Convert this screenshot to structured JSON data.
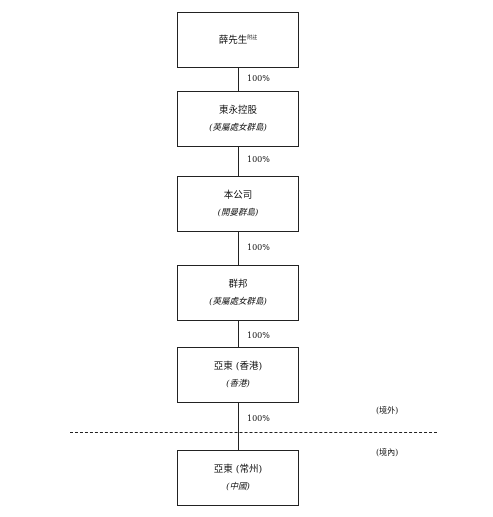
{
  "entities": [
    {
      "name": "薛先生",
      "note": "附註",
      "jurisdiction": ""
    },
    {
      "name": "東永控股",
      "note": "",
      "jurisdiction": "(英屬處女群島)"
    },
    {
      "name": "本公司",
      "note": "",
      "jurisdiction": "(開曼群島)"
    },
    {
      "name": "群邦",
      "note": "",
      "jurisdiction": "(英屬處女群島)"
    },
    {
      "name": "亞東 (香港)",
      "note": "",
      "jurisdiction": "(香港)"
    },
    {
      "name": "亞東 (常州)",
      "note": "",
      "jurisdiction": "(中國)"
    }
  ],
  "ownership": [
    "100%",
    "100%",
    "100%",
    "100%",
    "100%"
  ],
  "regions": {
    "offshore": "(境外)",
    "onshore": "(境內)"
  }
}
